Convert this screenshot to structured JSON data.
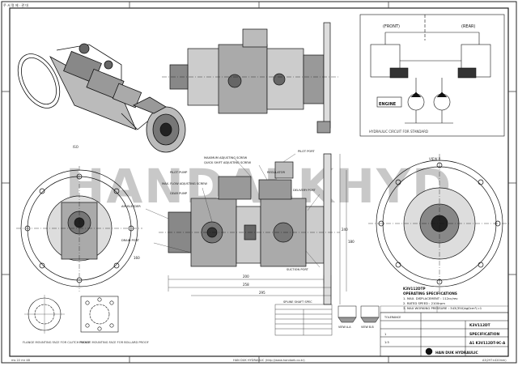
{
  "drawing": {
    "watermark": "HANDAEKHYD",
    "top_left_code": "쭈 서 명 제 · 관 대",
    "bottom_left_code": "ms 22 mr 48",
    "bottom_center_note": "HAN DUK HYDRAULIC (http://www.handaek.co.kr)",
    "bottom_right_code": "A3(297×420mm)",
    "view_labels": {
      "front": "(FRONT)",
      "rear": "(REAR)",
      "engine": "ENGINE",
      "hydraulic_circuit": "HYDRAULIC CIRCUIT FOR STANDARD",
      "iso_label": "ISO",
      "flange_a": "FLANGE MOUNTING FACE FOR CLUTCH PROOF",
      "flange_b": "FLANGE MOUNTING FACE FOR BOLLARD PROOF",
      "section_a": "VIEW A-A",
      "section_b": "VIEW B-B",
      "coupling": "SPLINE SHAFT SPEC",
      "tolerance": "TOLERANCE",
      "view_hdr": "VIEW R"
    },
    "spec": {
      "model": "K3V112DTP",
      "heading": "OPERATING SPECIFICATIONS",
      "lines": [
        "1. MAX. DISPLACEMENT : 112cc/rev",
        "2. RATED SPEED : 2100rpm",
        "3. MAX WORKING PRESSURE : 343(350)kgf/cm²(=1"
      ]
    },
    "callouts": [
      "PILOT PORT",
      "MAXIMUM ADJUSTING SCREW",
      "QUICK SHIFT ADJUSTING SCREW",
      "MAX. FLOW ADJUSTING SCREW",
      "DELIVERY PORT",
      "SUCTION PORT",
      "AIR BLEEDER",
      "DRAIN PORT",
      "PILOT PUMP",
      "GEAR PUMP",
      "REGULATOR"
    ],
    "title_block": {
      "company": "HAN DUK HYDRAULIC",
      "doc_type": "SPECIFICATION",
      "drawing_no": "A1  K3V112DT-9C-A",
      "model": "K3V112DT",
      "rev": "1",
      "scale": "1:5"
    },
    "dimensions": [
      "200",
      "258",
      "295",
      "240",
      "180",
      "160"
    ]
  }
}
